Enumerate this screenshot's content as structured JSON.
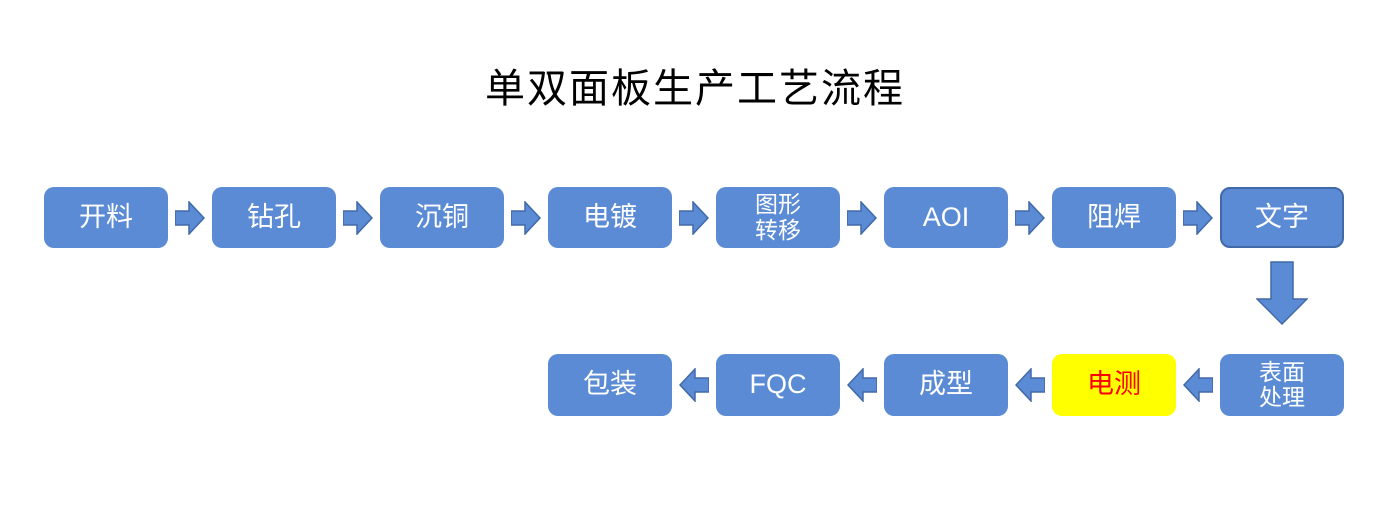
{
  "title": "单双面板生产工艺流程",
  "colors": {
    "node_fill": "#5B8BD5",
    "node_border": "#4169A8",
    "node_text": "#FFFFFF",
    "highlight_fill": "#FFFF00",
    "highlight_text": "#FF0000",
    "arrow_fill": "#5B8BD5",
    "arrow_border": "#4169A8",
    "title_color": "#000000"
  },
  "flow": {
    "top_row": [
      {
        "label": "开料"
      },
      {
        "label": "钻孔"
      },
      {
        "label": "沉铜"
      },
      {
        "label": "电镀"
      },
      {
        "label": "图形\n转移"
      },
      {
        "label": "AOI"
      },
      {
        "label": "阻焊"
      },
      {
        "label": "文字"
      }
    ],
    "bottom_row": [
      {
        "label": "包装"
      },
      {
        "label": "FQC"
      },
      {
        "label": "成型"
      },
      {
        "label": "电测"
      },
      {
        "label": "表面\n处理"
      }
    ]
  }
}
